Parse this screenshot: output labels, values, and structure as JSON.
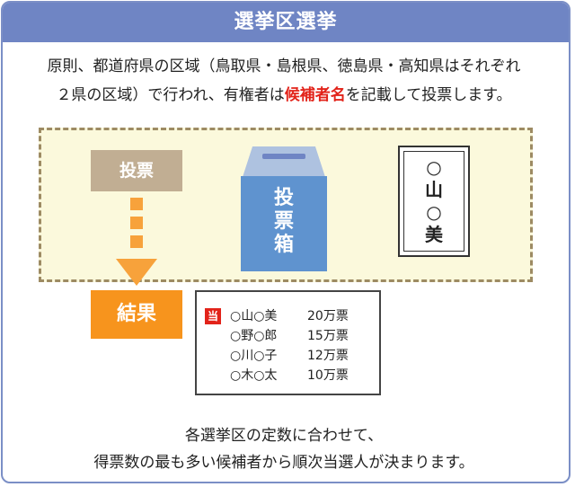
{
  "header": {
    "title": "選挙区選挙"
  },
  "intro": {
    "line1": "原則、都道府県の区域（鳥取県・島根県、徳島県・高知県はそれぞれ",
    "line2_pre": "２県の区域）で行われ、有権者は",
    "line2_highlight": "候補者名",
    "line2_post": "を記載して投票します。"
  },
  "flow": {
    "vote_label": "投票",
    "result_label": "結果",
    "ballot_box_label": [
      "投",
      "票",
      "箱"
    ],
    "ballot_text": [
      "○",
      "山",
      "○",
      "美"
    ]
  },
  "results": {
    "winner_badge": "当",
    "rows": [
      {
        "name": "○山○美",
        "votes": "20万票"
      },
      {
        "name": "○野○郎",
        "votes": "15万票"
      },
      {
        "name": "○川○子",
        "votes": "12万票"
      },
      {
        "name": "○木○太",
        "votes": "10万票"
      }
    ]
  },
  "footer": {
    "line1": "各選挙区の定数に合わせて、",
    "line2": "得票数の最も多い候補者から順次当選人が決まります。"
  },
  "colors": {
    "header": "#6f85c4",
    "highlight": "#e2231a",
    "vote_label": "#c1ae93",
    "result_label": "#f7941d",
    "arrow": "#f7a23b",
    "ballot_box": "#5f93cf",
    "dashed_zone": "#fbf9dc"
  }
}
